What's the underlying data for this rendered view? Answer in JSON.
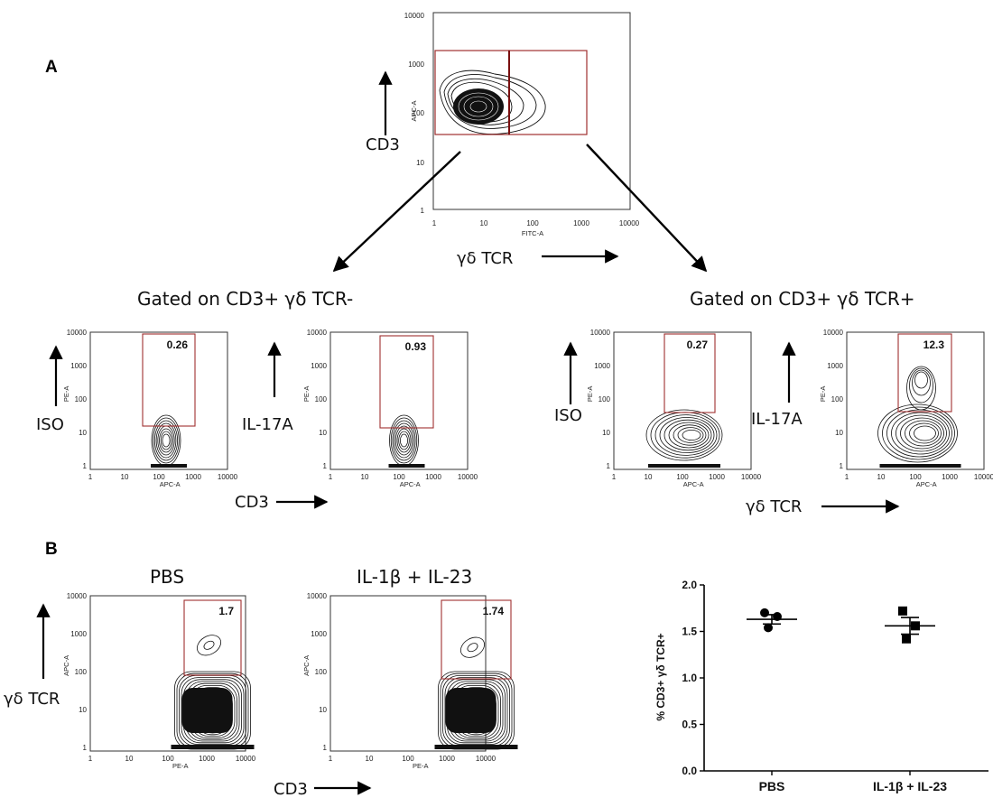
{
  "panel_a": {
    "letter": "A",
    "top_plot": {
      "x_axis": "FITC-A",
      "y_axis": "APC-A",
      "x_label": "γδ TCR",
      "y_label": "CD3",
      "x_ticks": [
        "1",
        "10",
        "100",
        "1000",
        "10000"
      ],
      "y_ticks": [
        "10000",
        "1000",
        "100",
        "10",
        "1"
      ]
    },
    "left_group": {
      "title": "Gated on CD3+ γδ TCR-",
      "x_label": "CD3",
      "plots": [
        {
          "y_label": "ISO",
          "percent": "0.26",
          "x_axis": "APC-A",
          "y_axis": "PE-A"
        },
        {
          "y_label": "IL-17A",
          "percent": "0.93",
          "x_axis": "APC-A",
          "y_axis": "PE-A"
        }
      ]
    },
    "right_group": {
      "title": "Gated on CD3+ γδ TCR+",
      "x_label": "γδ TCR",
      "plots": [
        {
          "y_label": "ISO",
          "percent": "0.27",
          "x_axis": "APC-A",
          "y_axis": "PE-A"
        },
        {
          "y_label": "IL-17A",
          "percent": "12.3",
          "x_axis": "APC-A",
          "y_axis": "PE-A"
        }
      ]
    },
    "small_x_ticks": [
      "1",
      "10",
      "100",
      "1000",
      "10000"
    ],
    "small_y_ticks": [
      "10000",
      "1000",
      "100",
      "10",
      "1"
    ]
  },
  "panel_b": {
    "letter": "B",
    "y_label": "γδ TCR",
    "x_label": "CD3",
    "plots": [
      {
        "title": "PBS",
        "percent": "1.7",
        "x_axis": "PE-A",
        "y_axis": "APC-A"
      },
      {
        "title": "IL-1β + IL-23",
        "percent": "1.74",
        "x_axis": "PE-A",
        "y_axis": "APC-A"
      }
    ],
    "x_ticks": [
      "1",
      "10",
      "100",
      "1000",
      "10000"
    ],
    "y_ticks": [
      "10000",
      "1000",
      "100",
      "10",
      "1"
    ]
  },
  "chart_data": {
    "type": "scatter",
    "title": "",
    "xlabel": "",
    "ylabel": "% CD3+ γδ TCR+",
    "ylim": [
      0.0,
      2.0
    ],
    "y_ticks": [
      "2.0",
      "1.5",
      "1.0",
      "0.5",
      "0.0"
    ],
    "categories": [
      "PBS",
      "IL-1β + IL-23"
    ],
    "series": [
      {
        "category": "PBS",
        "marker": "circle",
        "points": [
          1.7,
          1.66,
          1.54
        ],
        "mean": 1.63,
        "sem": 0.05
      },
      {
        "category": "IL-1β + IL-23",
        "marker": "square",
        "points": [
          1.72,
          1.56,
          1.42
        ],
        "mean": 1.56,
        "sem": 0.09
      }
    ],
    "grid": false
  }
}
